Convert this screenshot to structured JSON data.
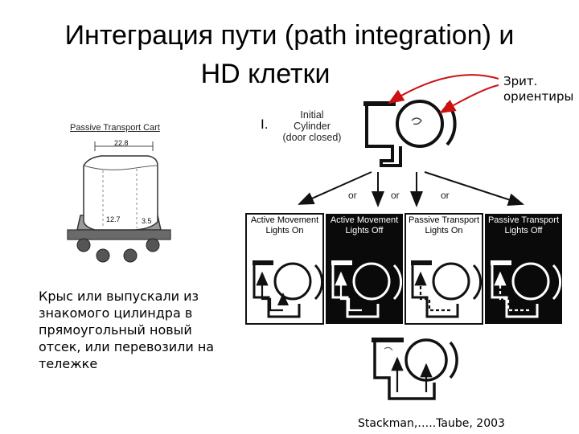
{
  "title": {
    "line1": "Интеграция пути (path integration) и",
    "line2": "HD клетки"
  },
  "zrit_label": {
    "line1": "Зрит.",
    "line2": "ориентиры"
  },
  "roman_label": "I.",
  "initial_cylinder": {
    "line1": "Initial",
    "line2": "Cylinder",
    "line3": "(door closed)"
  },
  "or_labels": [
    "or",
    "or",
    "or"
  ],
  "cart": {
    "label": "Passive Transport Cart",
    "dims": [
      "22.8",
      "12.7",
      "3.5"
    ]
  },
  "conditions": [
    {
      "line1": "Active Movement",
      "line2": "Lights On",
      "theme": "light"
    },
    {
      "line1": "Active Movement",
      "line2": "Lights Off",
      "theme": "dark"
    },
    {
      "line1": "Passive Transport",
      "line2": "Lights On",
      "theme": "light"
    },
    {
      "line1": "Passive Transport",
      "line2": "Lights Off",
      "theme": "dark"
    }
  ],
  "caption": "Крыс или выпускали из знакомого цилиндра в прямоугольный новый отсек, или перевозили на тележке",
  "citation": "Stackman,…..Taube, 2003",
  "colors": {
    "arrow_red": "#cc1111",
    "panel_dark": "#0a0a0a"
  }
}
